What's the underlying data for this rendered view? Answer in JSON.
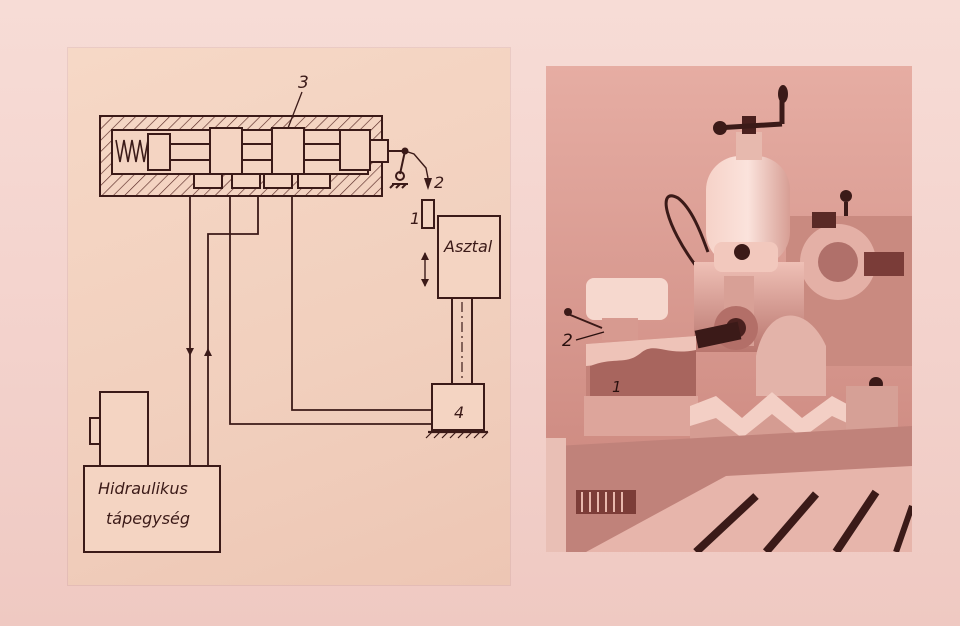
{
  "diagram": {
    "labels": {
      "valve": "3",
      "sensor": "1",
      "lever": "2",
      "table": "Asztal",
      "cylinder": "4",
      "power_line1": "Hidraulikus",
      "power_line2": "tápegység"
    }
  },
  "photo": {
    "callout_lever": "2",
    "callout_block": "1"
  },
  "colors": {
    "ink": "#3b1a18",
    "paper": "#f4d4c2",
    "photo_bg": "#d9968c"
  }
}
